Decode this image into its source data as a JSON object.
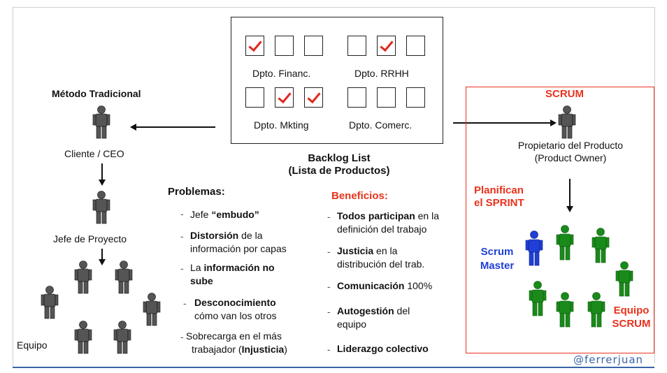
{
  "backlog": {
    "groups": [
      {
        "label": "Dpto. Financ.",
        "checks": [
          true,
          false,
          false
        ]
      },
      {
        "label": "Dpto. RRHH",
        "checks": [
          false,
          true,
          false
        ]
      },
      {
        "label": "Dpto. Mkting",
        "checks": [
          false,
          true,
          true
        ]
      },
      {
        "label": "Dpto. Comerc.",
        "checks": [
          false,
          false,
          false
        ]
      }
    ],
    "caption_line1": "Backlog List",
    "caption_line2": "(Lista de Productos)"
  },
  "traditional": {
    "title": "Método Tradicional",
    "client": "Cliente / CEO",
    "pm": "Jefe de Proyecto",
    "team": "Equipo"
  },
  "problemas": {
    "title": "Problemas:",
    "items": [
      {
        "prefix": "Jefe ",
        "bold": "“embudo”",
        "rest": ""
      },
      {
        "prefix": "",
        "bold": "Distorsión",
        "rest": " de la",
        "line2": "información por capas"
      },
      {
        "prefix": "La ",
        "bold": "información no",
        "rest": "",
        "line2b": "sube"
      },
      {
        "prefix": "",
        "bold": "Desconocimiento",
        "rest": "",
        "line2": "cómo van los otros"
      },
      {
        "prefix": "Sobrecarga en el más",
        "bold": "",
        "rest": "",
        "line2pre": "trabajador (",
        "line2bold": "Injusticia",
        "line2post": ")"
      }
    ]
  },
  "beneficios": {
    "title": "Beneficios:",
    "items": [
      {
        "bold": "Todos participan",
        "rest": " en la",
        "line2": "definición del trabajo"
      },
      {
        "bold": "Justicia",
        "rest": " en la",
        "line2": "distribución del trab."
      },
      {
        "bold": "Comunicación",
        "rest": " 100%"
      },
      {
        "bold": "Autogestión",
        "rest": " del",
        "line2": "equipo"
      },
      {
        "bold": "Liderazgo colectivo",
        "rest": ""
      }
    ]
  },
  "scrum": {
    "title": "SCRUM",
    "owner_line1": "Propietario del Producto",
    "owner_line2": "(Product Owner)",
    "plan_line1": "Planifican",
    "plan_line2": "el SPRINT",
    "master_line1": "Scrum",
    "master_line2": "Master",
    "team_line1": "Equipo",
    "team_line2": "SCRUM"
  },
  "colors": {
    "red": "#e8321c",
    "blue": "#1f3fd6",
    "green": "#1a8a1a",
    "accent": "#3a63a8"
  },
  "credit": "@ferrerjuan"
}
